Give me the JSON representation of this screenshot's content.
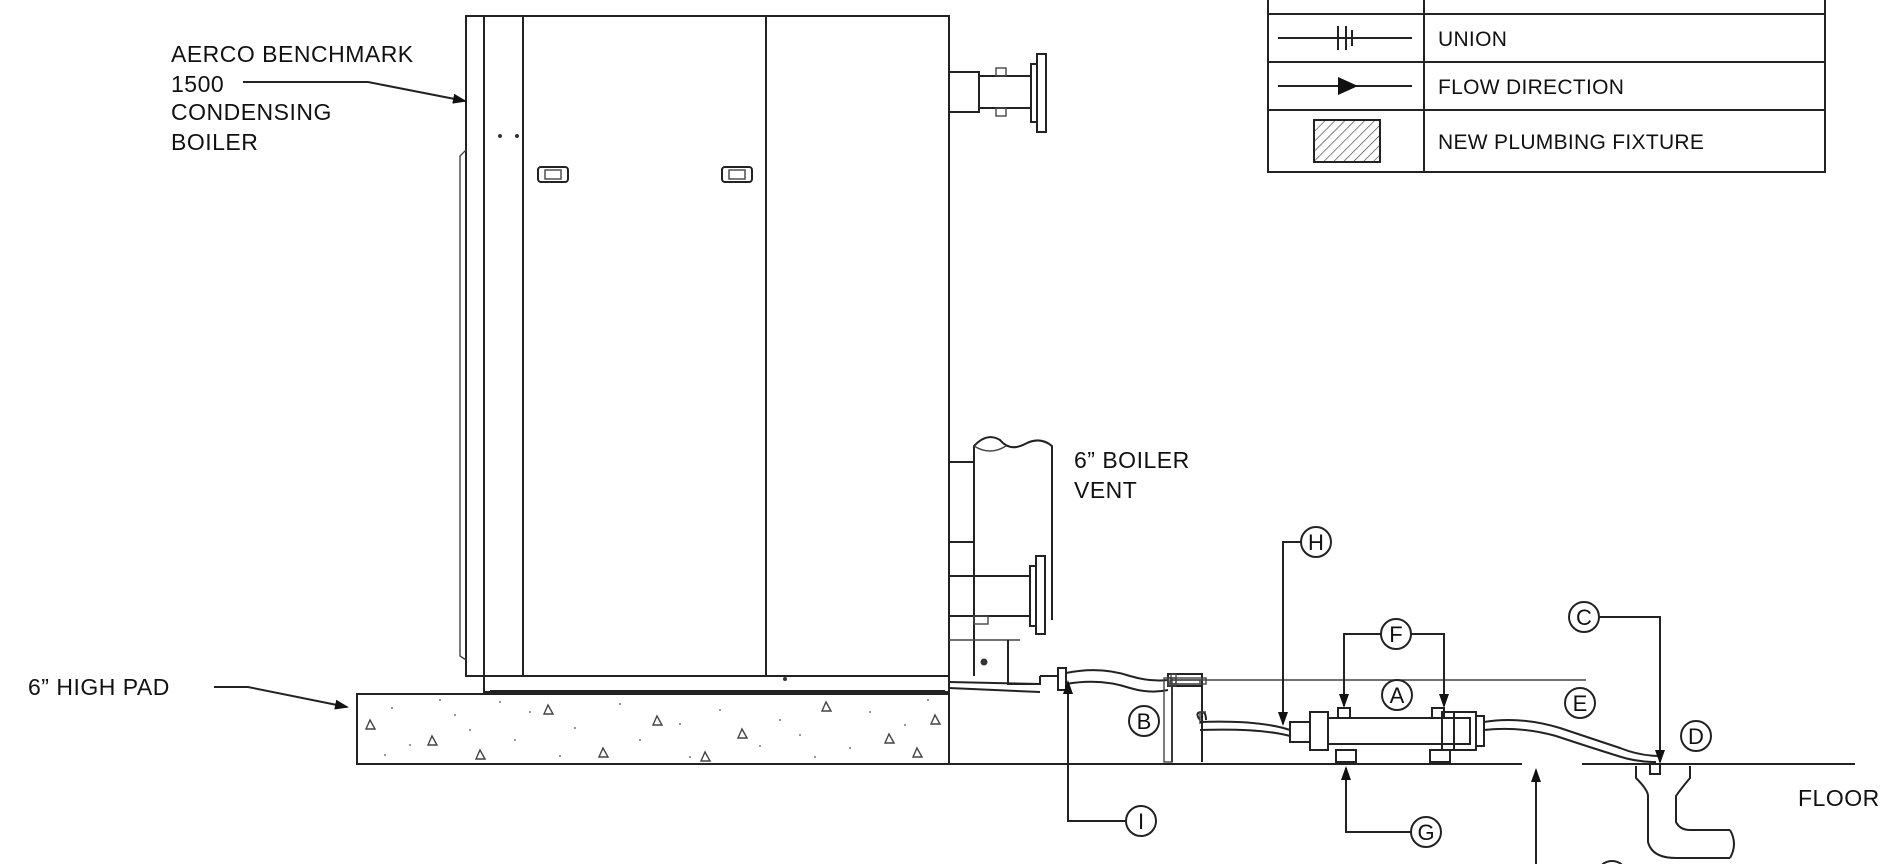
{
  "labels": {
    "boiler_line1": "AERCO BENCHMARK",
    "boiler_line2": "1500",
    "boiler_line3": "CONDENSING",
    "boiler_line4": "BOILER",
    "pad": "6” HIGH PAD",
    "vent_line1": "6” BOILER",
    "vent_line2": "VENT",
    "floor": "FLOOR"
  },
  "legend": {
    "rows": [
      {
        "symbol": "union-symbol",
        "text": "UNION"
      },
      {
        "symbol": "flow-direction-arrow",
        "text": "FLOW DIRECTION"
      },
      {
        "symbol": "hatched-box",
        "text": "NEW PLUMBING FIXTURE"
      }
    ]
  },
  "callouts": {
    "A": "A",
    "B": "B",
    "C": "C",
    "D": "D",
    "E": "E",
    "F": "F",
    "G": "G",
    "H": "H",
    "I": "I"
  }
}
